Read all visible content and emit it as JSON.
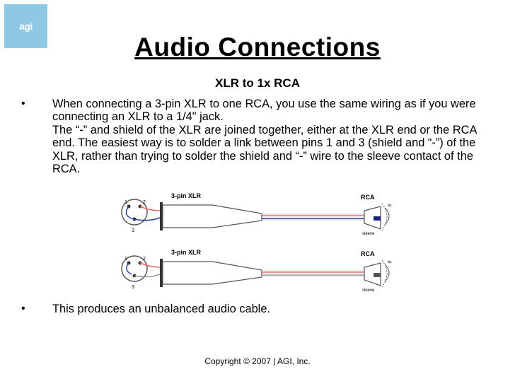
{
  "logo": {
    "text": "agi",
    "color": "#8fc8e2"
  },
  "title": "Audio Connections",
  "subtitle": "XLR to 1x RCA",
  "bullets": [
    {
      "mark": "•",
      "paragraphs": [
        "When connecting a 3-pin XLR to one RCA, you use the same wiring as if you were connecting an XLR to a 1/4\" jack.",
        "The “-” and shield of the XLR are joined together, either at the XLR end or the RCA end. The easiest way is to solder a link between pins 1 and 3 (shield and “-”) of the XLR, rather than trying to solder the shield and “-” wire to the sleeve contact of the RCA."
      ]
    },
    {
      "mark": "•",
      "paragraphs": [
        "This produces an unbalanced audio cable."
      ]
    }
  ],
  "diagrams": [
    {
      "xlr_label": "3-pin XLR",
      "rca_label": "RCA",
      "pin1": "1",
      "pin2": "2",
      "pin3": "3",
      "sleeve_label": "sleeve",
      "tip_label": "tip"
    },
    {
      "xlr_label": "3-pin XLR",
      "rca_label": "RCA",
      "pin1": "1",
      "pin2": "2",
      "pin3": "3",
      "sleeve_label": "sleeve",
      "tip_label": "tip"
    }
  ],
  "colors": {
    "wire_red": "#e66b6b",
    "wire_blue": "#2e3fa3",
    "wire_gray": "#999999"
  },
  "footer": "Copyright © 2007 | AGI, Inc."
}
